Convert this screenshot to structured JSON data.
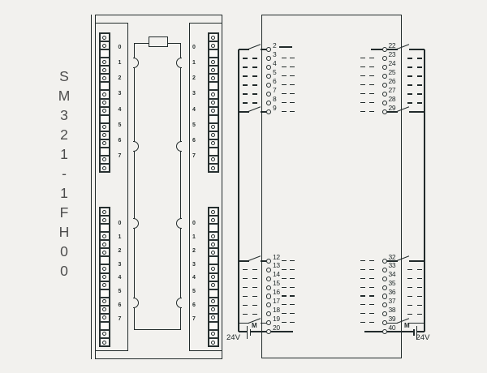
{
  "module_code": "SM321-1FH00",
  "colors": {
    "line": "#222b2b",
    "background": "#f2f1ee"
  },
  "module_view": {
    "channel_labels": [
      "0",
      "1",
      "2",
      "3",
      "4",
      "5",
      "6",
      "7"
    ],
    "led_strip": {
      "cells": 17,
      "blank_cells": [
        2,
        6,
        10,
        14
      ]
    },
    "group_count": 4
  },
  "wiring": {
    "supply_left": {
      "ground_label": "M",
      "voltage_label": "24V"
    },
    "supply_right": {
      "ground_label": "M",
      "voltage_label": "24V"
    },
    "groups": [
      {
        "id": "top-left",
        "terminals": [
          {
            "label": "2",
            "outer": "switch",
            "inner": "solid"
          },
          {
            "label": "3",
            "outer": "dashed",
            "inner": "dashed"
          },
          {
            "label": "4",
            "outer": "dashed",
            "inner": "dashed"
          },
          {
            "label": "5",
            "outer": "dashed",
            "inner": "dashed"
          },
          {
            "label": "6",
            "outer": "dashed",
            "inner": "dashed"
          },
          {
            "label": "7",
            "outer": "dashed",
            "inner": "dashed"
          },
          {
            "label": "8",
            "outer": "dashed",
            "inner": "dashed"
          },
          {
            "label": "9",
            "outer": "switch",
            "inner": "dashed"
          }
        ]
      },
      {
        "id": "top-right",
        "terminals": [
          {
            "label": "22",
            "outer": "switch",
            "inner": "solid"
          },
          {
            "label": "23",
            "outer": "dashed",
            "inner": "dashed"
          },
          {
            "label": "24",
            "outer": "dashed",
            "inner": "dashed"
          },
          {
            "label": "25",
            "outer": "dashed",
            "inner": "dashed"
          },
          {
            "label": "26",
            "outer": "dashed",
            "inner": "dashed"
          },
          {
            "label": "27",
            "outer": "dashed",
            "inner": "dashed"
          },
          {
            "label": "28",
            "outer": "dashed",
            "inner": "dashed"
          },
          {
            "label": "29",
            "outer": "switch",
            "inner": "dashed"
          }
        ]
      },
      {
        "id": "bottom-left",
        "terminals": [
          {
            "label": "12",
            "outer": "switch",
            "inner": "dashed"
          },
          {
            "label": "13",
            "outer": "dashed",
            "inner": "dashed"
          },
          {
            "label": "14",
            "outer": "dashed",
            "inner": "dashed"
          },
          {
            "label": "15",
            "outer": "dashed",
            "inner": "dashed"
          },
          {
            "label": "16",
            "outer": "dashed",
            "inner": "dashed"
          },
          {
            "label": "17",
            "outer": "dashed",
            "inner": "dashed"
          },
          {
            "label": "18",
            "outer": "dashed",
            "inner": "dashed"
          },
          {
            "label": "19",
            "outer": "switch",
            "inner": "dashed"
          },
          {
            "label": "20",
            "outer": "supply",
            "inner": "solid"
          }
        ]
      },
      {
        "id": "bottom-right",
        "terminals": [
          {
            "label": "32",
            "outer": "switch",
            "inner": "dashed"
          },
          {
            "label": "33",
            "outer": "dashed",
            "inner": "dashed"
          },
          {
            "label": "34",
            "outer": "dashed",
            "inner": "dashed"
          },
          {
            "label": "35",
            "outer": "dashed",
            "inner": "dashed"
          },
          {
            "label": "36",
            "outer": "dashed",
            "inner": "dashed"
          },
          {
            "label": "37",
            "outer": "dashed",
            "inner": "dashed"
          },
          {
            "label": "38",
            "outer": "dashed",
            "inner": "dashed"
          },
          {
            "label": "39",
            "outer": "switch",
            "inner": "dashed"
          },
          {
            "label": "40",
            "outer": "supply",
            "inner": "solid"
          }
        ]
      }
    ]
  }
}
